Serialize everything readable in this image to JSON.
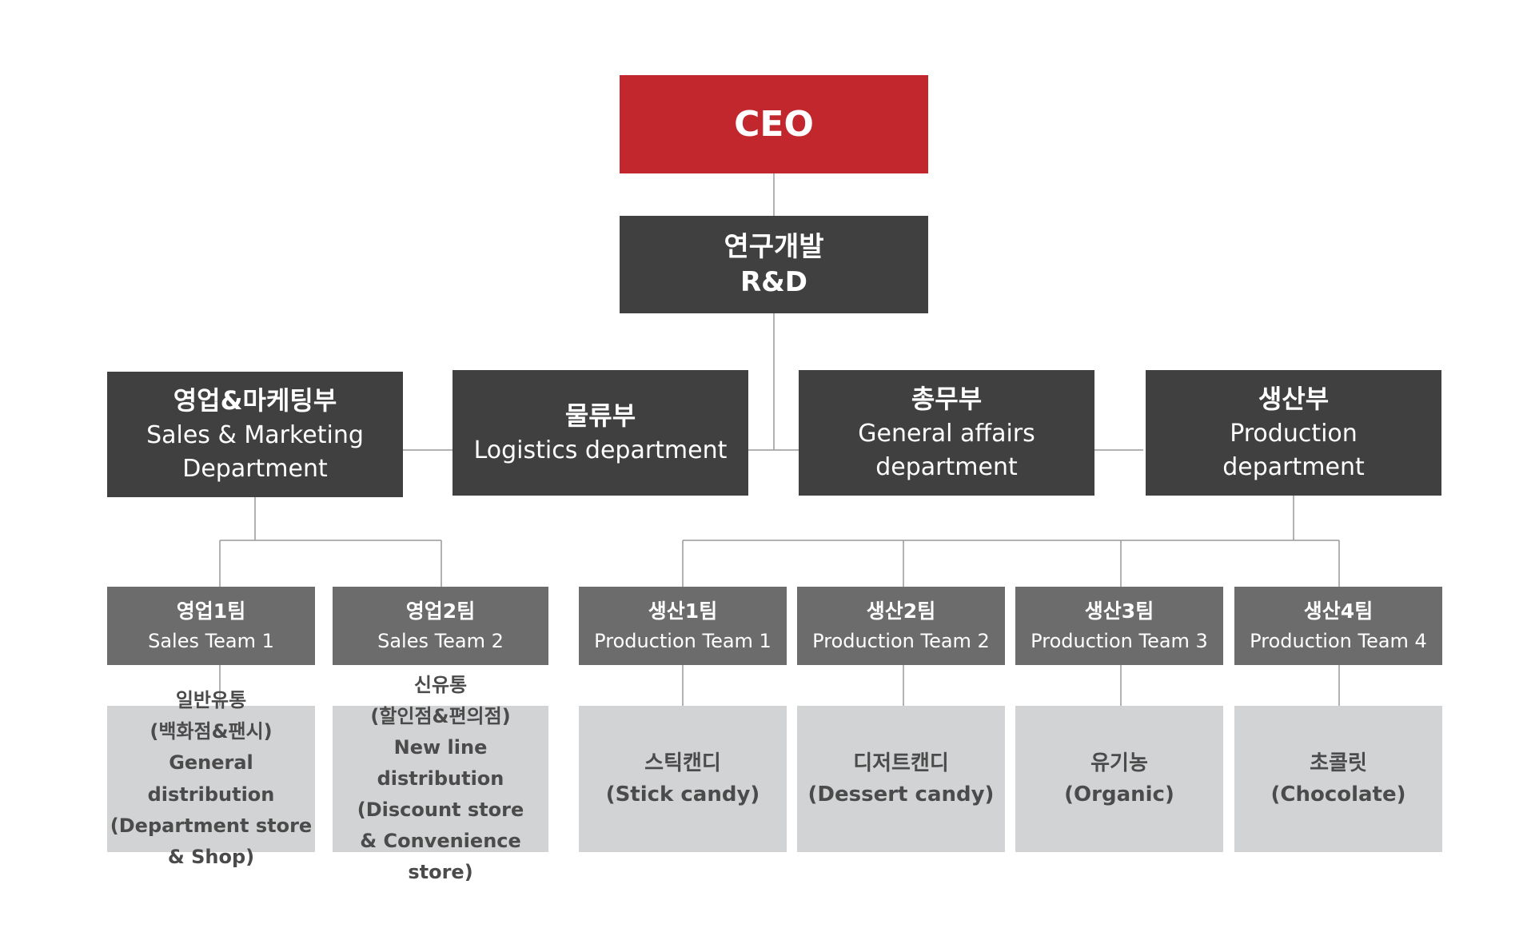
{
  "ceo": {
    "label": "CEO"
  },
  "rd": {
    "ko": "연구개발",
    "en": "R&D"
  },
  "departments": [
    {
      "ko": "영업&마케팅부",
      "en": [
        "Sales & Marketing",
        "Department"
      ]
    },
    {
      "ko": "물류부",
      "en": [
        "Logistics department"
      ]
    },
    {
      "ko": "총무부",
      "en": [
        "General affairs",
        "department"
      ]
    },
    {
      "ko": "생산부",
      "en": [
        "Production",
        "department"
      ]
    }
  ],
  "teams": [
    {
      "ko": "영업1팀",
      "en": "Sales Team 1"
    },
    {
      "ko": "영업2팀",
      "en": "Sales Team 2"
    },
    {
      "ko": "생산1팀",
      "en": "Production Team 1"
    },
    {
      "ko": "생산2팀",
      "en": "Production Team 2"
    },
    {
      "ko": "생산3팀",
      "en": "Production Team 3"
    },
    {
      "ko": "생산4팀",
      "en": "Production Team 4"
    }
  ],
  "leaves": [
    {
      "lines": [
        "일반유통",
        "(백화점&팬시)",
        "General distribution",
        "(Department store",
        "& Shop)"
      ]
    },
    {
      "lines": [
        "신유통",
        "(할인점&편의점)",
        "New line distribution",
        "(Discount store",
        "& Convenience store)"
      ]
    },
    {
      "lines": [
        "스틱캔디",
        "(Stick candy)"
      ]
    },
    {
      "lines": [
        "디저트캔디",
        "(Dessert candy)"
      ]
    },
    {
      "lines": [
        "유기농",
        "(Organic)"
      ]
    },
    {
      "lines": [
        "초콜릿",
        "(Chocolate)"
      ]
    }
  ],
  "colors": {
    "ceo": "#c1272d",
    "level_dark": "#404040",
    "level_team": "#6c6c6c",
    "level_leaf": "#d2d3d5",
    "connector": "#999999"
  }
}
